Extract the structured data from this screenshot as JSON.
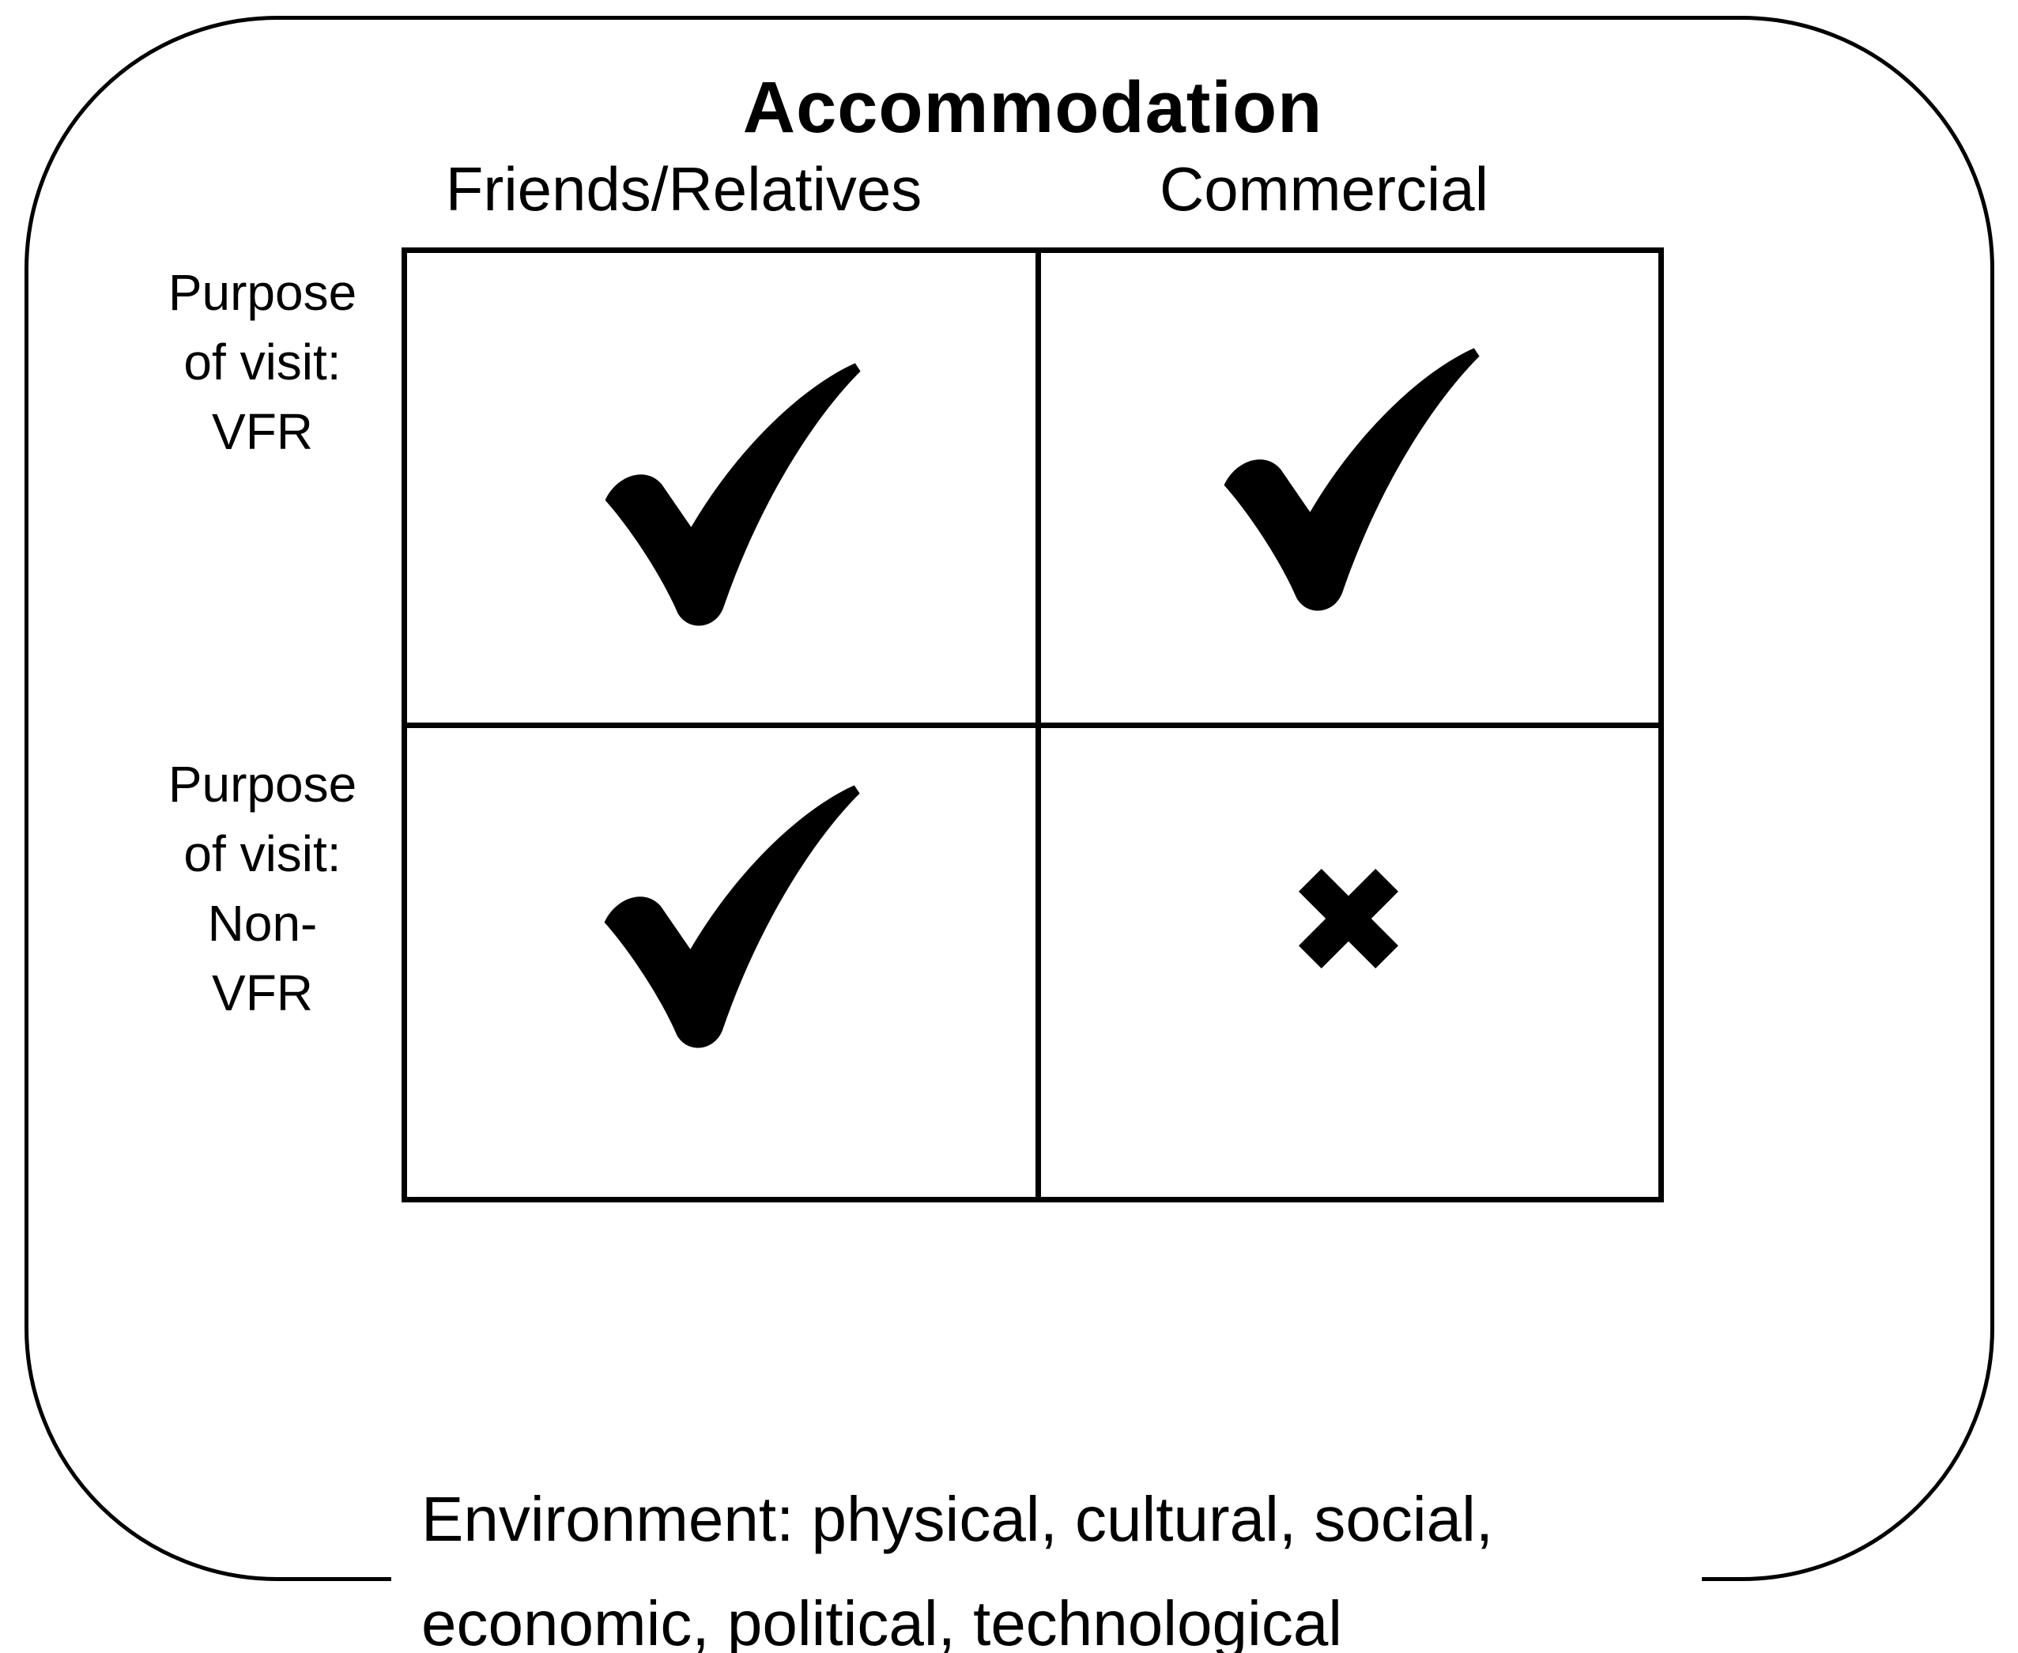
{
  "colors": {
    "ink": "#000000",
    "background": "#ffffff"
  },
  "matrix": {
    "title": "Accommodation",
    "column_headers": [
      "Friends/Relatives",
      "Commercial"
    ],
    "rows": [
      {
        "label_lines": [
          "Purpose",
          "of visit:",
          "VFR"
        ],
        "cells": [
          "check",
          "check"
        ]
      },
      {
        "label_lines": [
          "Purpose",
          "of visit:",
          "Non-",
          "VFR"
        ],
        "cells": [
          "check",
          "cross"
        ]
      }
    ],
    "marks": {
      "check": {
        "icon": "check-mark-icon",
        "glyph": "✔"
      },
      "cross": {
        "icon": "cross-mark-icon",
        "glyph": "✖"
      }
    }
  },
  "environment": {
    "lines": [
      "Environment: physical, cultural, social,",
      "economic, political, technological"
    ]
  }
}
